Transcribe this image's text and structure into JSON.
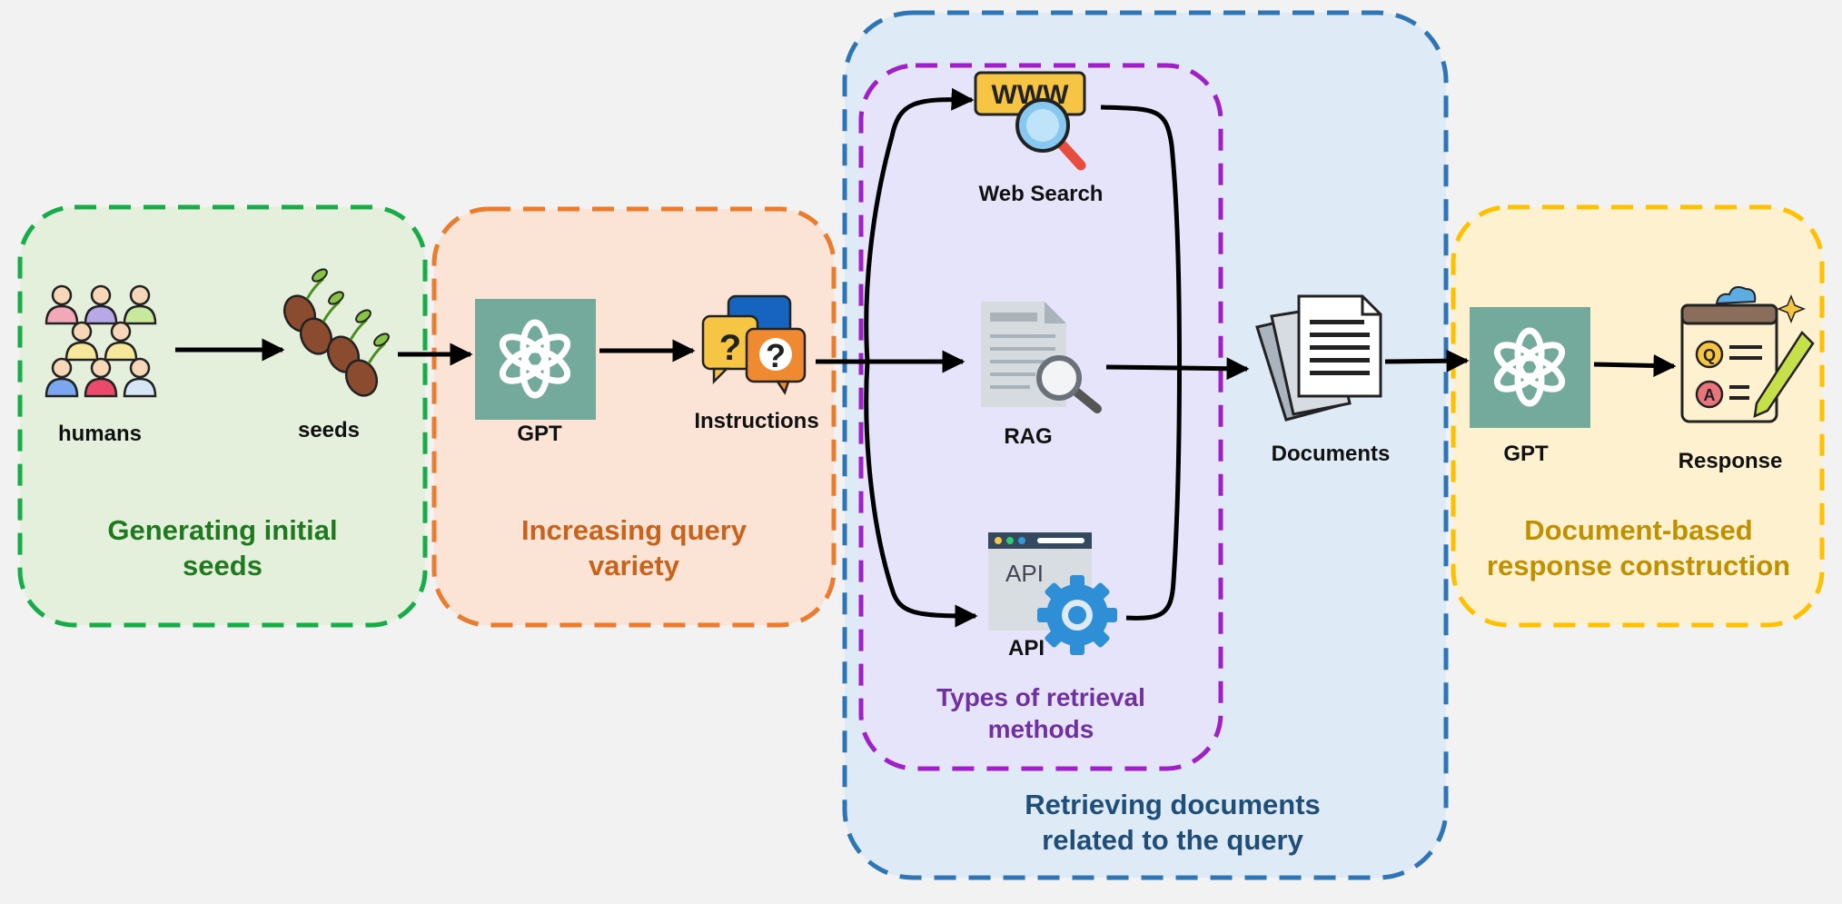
{
  "colors": {
    "seeds_fill": "#e4f0dc",
    "seeds_border": "#17ac48",
    "seeds_text": "#1f7a1f",
    "variety_fill": "#fbe4d6",
    "variety_border": "#e97c2e",
    "variety_text": "#c9631c",
    "retrieving_fill": "#deeaf6",
    "retrieving_border": "#2e75b6",
    "retrieving_text": "#1f4e79",
    "methods_fill": "#e6e4fb",
    "methods_border": "#a020c8",
    "methods_text": "#7030a0",
    "response_fill": "#fdf1cf",
    "response_border": "#ffc000",
    "response_text": "#bf9000",
    "gpt": "#74aa9c"
  },
  "stages": {
    "seeds": {
      "title": "Generating initial seeds",
      "humans": "humans",
      "seeds": "seeds"
    },
    "variety": {
      "title": "Increasing query variety",
      "gpt": "GPT",
      "instructions": "Instructions"
    },
    "retrieving": {
      "title": "Retrieving documents related to the query",
      "methods": {
        "title": "Types of retrieval methods",
        "web_search": "Web Search",
        "rag": "RAG",
        "api": "API",
        "api_icon_text": "API"
      },
      "documents": "Documents"
    },
    "response": {
      "title": "Document-based response construction",
      "gpt": "GPT",
      "response": "Response",
      "q_badge": "Q",
      "a_badge": "A"
    }
  },
  "icons": [
    "people-group-icon",
    "seedlings-icon",
    "openai-logo-icon",
    "question-bubbles-icon",
    "www-search-icon",
    "document-search-icon",
    "api-gear-icon",
    "documents-stack-icon",
    "qa-clipboard-icon"
  ]
}
